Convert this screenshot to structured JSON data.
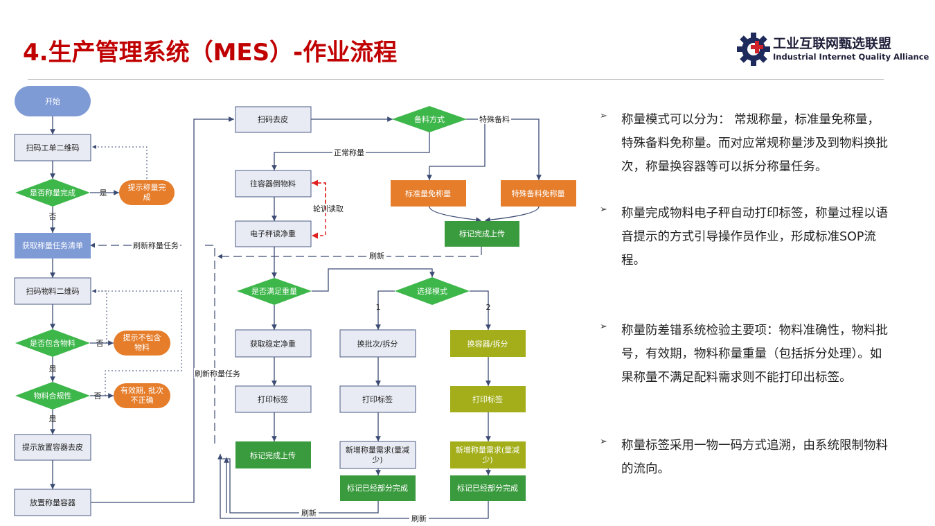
{
  "page": {
    "title": "4.生产管理系统（MES）-作业流程",
    "logo_cn": "工业互联网甄选联盟",
    "logo_en": "Industrial Internet Quality Alliance"
  },
  "colors": {
    "title_red": "#c00000",
    "start_blue": "#7f9bd6",
    "box_gray": "#e8ebf3",
    "box_blue": "#7f9bd6",
    "diamond_green": "#3db64a",
    "orange": "#e57d2b",
    "dark_green": "#3a9a3e",
    "olive": "#a3ae1a",
    "line_navy": "#3c4b73",
    "red_dashed": "#e02020"
  },
  "flow": {
    "start": "开始",
    "scan_order_qr": "扫码工单二维码",
    "weighing_done_q": "是否称量完成",
    "prompt_weighing_done": "提示称量完\n成",
    "get_task_list": "获取称量任务清单",
    "scan_material_qr": "扫码物料二维码",
    "contains_material_q": "是否包含物料",
    "prompt_not_contains": "提示不包含\n物料",
    "material_compliance_q": "物料合规性",
    "expired_batch_wrong": "有效期, 批次\n不正确",
    "prompt_tare": "提示放置容器去皮",
    "place_container": "放置称量容器",
    "scan_tare": "扫码去皮",
    "prep_mode_q": "备料方式",
    "pour_material": "往容器倒物料",
    "read_net_weight": "电子秤读净重",
    "meets_weight_q": "是否满足重量",
    "get_stable_weight": "获取稳定净重",
    "print_label_1": "打印标签",
    "mark_done_upload_1": "标记完成上传",
    "standard_no_weigh": "标准量免称量",
    "special_no_weigh": "特殊备料免称量",
    "mark_done_upload_2": "标记完成上传",
    "select_mode_q": "选择模式",
    "change_batch_split": "换批次/拆分",
    "change_container_split": "换容器/拆分",
    "print_label_2": "打印标签",
    "print_label_3": "打印标签",
    "new_demand_1": "新增称量需求(量减\n少)",
    "new_demand_2": "新增称量需求(量减\n少)",
    "mark_partial_1": "标记已经部分完成",
    "mark_partial_2": "标记已经部分完成"
  },
  "labels": {
    "yes1": "是",
    "no1": "否",
    "no2": "否",
    "yes2": "是",
    "no3": "否",
    "yes3": "是",
    "refresh_task_1": "刷新称量任务",
    "refresh_task_2": "刷新称量任务",
    "normal_weigh": "正常称量",
    "special_prep": "特殊备料",
    "poll_read": "轮训读取",
    "refresh_1": "刷新",
    "refresh_2": "刷新",
    "refresh_3": "刷新",
    "mode_1": "1",
    "mode_2": "2"
  },
  "bullets": [
    "称量模式可以分为：  常规称量，标准量免称量，特殊备料免称量。而对应常规称量涉及到物料换批次，称量换容器等可以拆分称量任务。",
    "称量完成物料电子秤自动打印标签，称量过程以语音提示的方式引导操作员作业，形成标准SOP流程。",
    "称量防差错系统检验主要项：物料准确性，物料批号，有效期，物料称量重量（包括拆分处理）。如果称量不满足配料需求则不能打印出标签。",
    "称量标签采用一物一码方式追溯，由系统限制物料的流向。"
  ]
}
